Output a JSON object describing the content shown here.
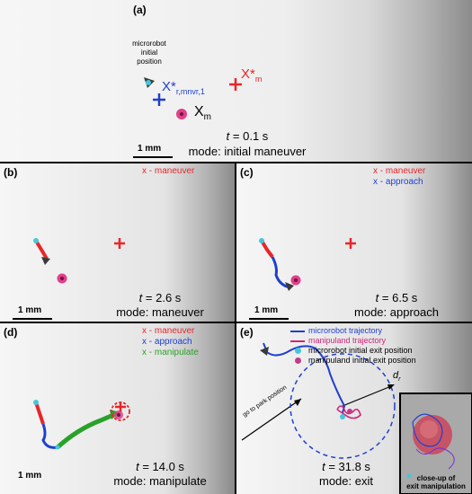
{
  "colors": {
    "red": "#e8262a",
    "blue": "#1f3fd1",
    "green": "#2aa12a",
    "magenta": "#e0408a",
    "cyan": "#46c6d8",
    "purple": "#7a2fd0",
    "bg_light": "#f2f2f2",
    "bg_edge": "#8a8a8a"
  },
  "time_prefix": "t",
  "panel_a": {
    "label": "(a)",
    "robot_note": [
      "microrobot",
      "initial",
      "position"
    ],
    "target_main": "X*",
    "target_main_sub": "m",
    "target_robot": "X*",
    "target_robot_sub": "r,mnvr,1",
    "object_label": "X",
    "object_sub": "m",
    "scale_label": "1 mm",
    "time": "= 0.1 s",
    "mode": "mode: initial maneuver"
  },
  "panel_b": {
    "label": "(b)",
    "legend": [
      "x - maneuver"
    ],
    "scale_label": "1 mm",
    "time": "= 2.6 s",
    "mode": "mode: maneuver"
  },
  "panel_c": {
    "label": "(c)",
    "legend": [
      "x - maneuver",
      "x - approach"
    ],
    "scale_label": "1 mm",
    "time": "= 6.5 s",
    "mode": "mode: approach"
  },
  "panel_d": {
    "label": "(d)",
    "legend": [
      "x - maneuver",
      "x - approach",
      "x - manipulate"
    ],
    "scale_label": "1 mm",
    "time": "= 14.0 s",
    "mode": "mode: manipulate"
  },
  "panel_e": {
    "label": "(e)",
    "legend": [
      "microrobot trajectory",
      "manipuland trajectory",
      "microrobot initial exit position",
      "manipuland initial exit position"
    ],
    "park_label": "go to park position",
    "radius_label": "d",
    "radius_sub": "r",
    "inset_caption": [
      "close-up of",
      "exit manipulation"
    ],
    "time": "= 31.8 s",
    "mode": "mode: exit"
  }
}
